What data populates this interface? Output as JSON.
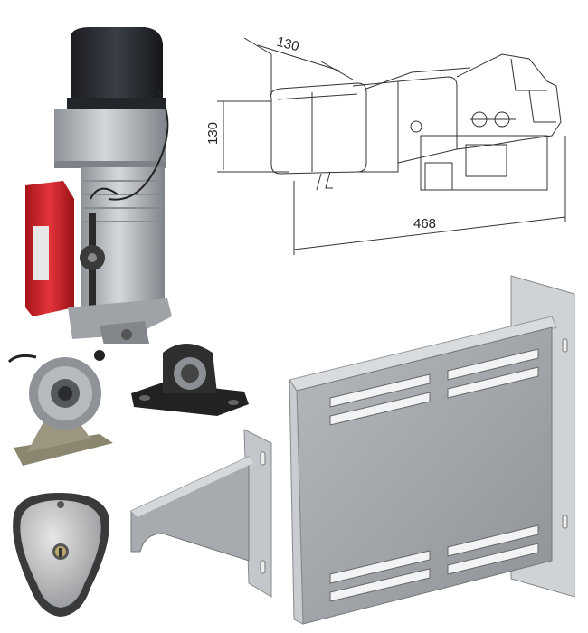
{
  "dimensions": {
    "depth": "130",
    "height": "130",
    "length": "468"
  },
  "colors": {
    "motor_cap": "#2a2d33",
    "motor_body": "#b9bdc2",
    "control_box": "#d8252a",
    "steel": "#a9adb2",
    "line": "#333333"
  }
}
